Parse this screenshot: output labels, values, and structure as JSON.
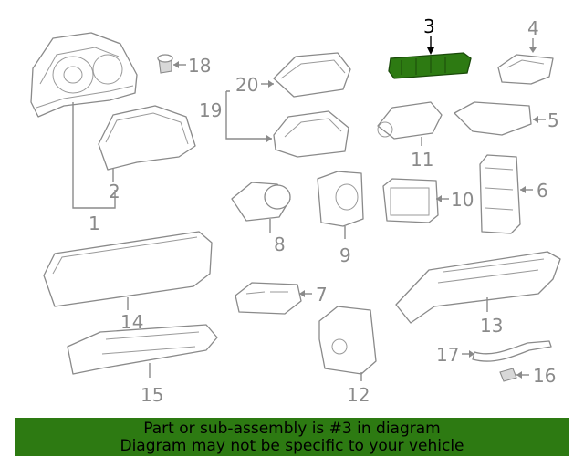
{
  "diagram": {
    "callouts": [
      {
        "id": "callout-1",
        "label": "1"
      },
      {
        "id": "callout-2",
        "label": "2"
      },
      {
        "id": "callout-3",
        "label": "3"
      },
      {
        "id": "callout-4",
        "label": "4"
      },
      {
        "id": "callout-5",
        "label": "5"
      },
      {
        "id": "callout-6",
        "label": "6"
      },
      {
        "id": "callout-7",
        "label": "7"
      },
      {
        "id": "callout-8",
        "label": "8"
      },
      {
        "id": "callout-9",
        "label": "9"
      },
      {
        "id": "callout-10",
        "label": "10"
      },
      {
        "id": "callout-11",
        "label": "11"
      },
      {
        "id": "callout-12",
        "label": "12"
      },
      {
        "id": "callout-13",
        "label": "13"
      },
      {
        "id": "callout-14",
        "label": "14"
      },
      {
        "id": "callout-15",
        "label": "15"
      },
      {
        "id": "callout-16",
        "label": "16"
      },
      {
        "id": "callout-17",
        "label": "17"
      },
      {
        "id": "callout-18",
        "label": "18"
      },
      {
        "id": "callout-19",
        "label": "19"
      },
      {
        "id": "callout-20",
        "label": "20"
      }
    ],
    "highlighted_part": "3",
    "highlight_color": "#2d7a12",
    "line_color": "#8a8a8a"
  },
  "banner": {
    "line1": "Part or sub-assembly is #3 in diagram",
    "line2": "Diagram may not be specific to your vehicle",
    "background": "#2d7a12"
  }
}
